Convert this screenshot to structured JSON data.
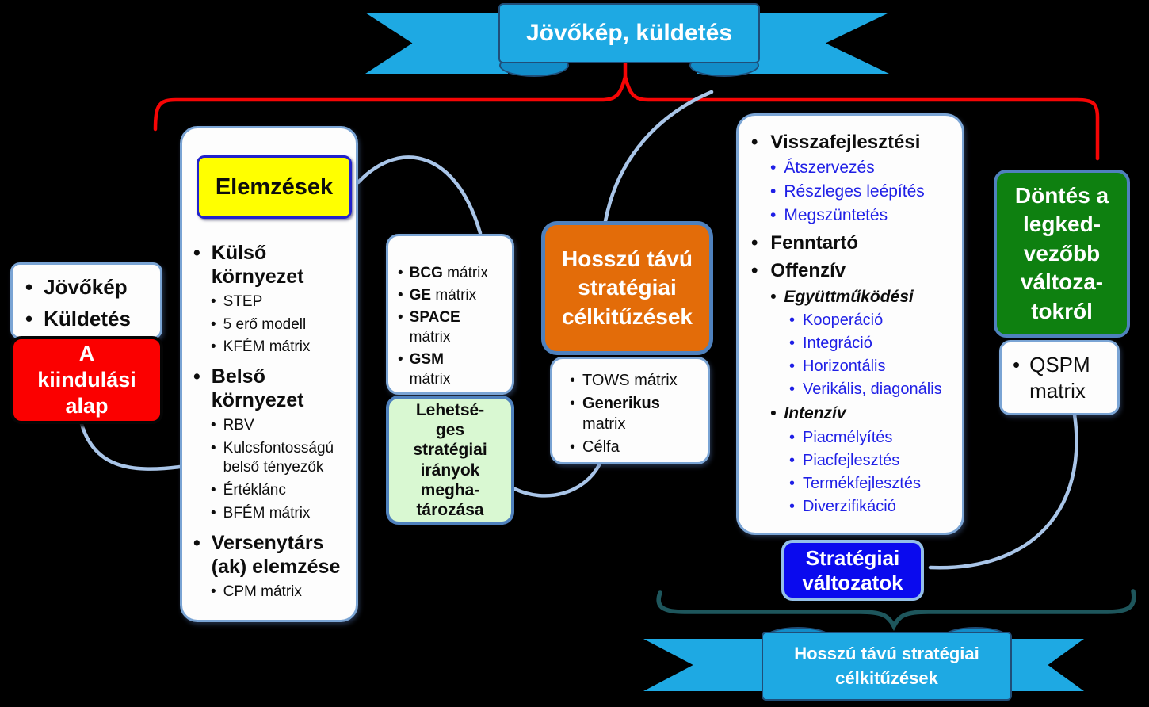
{
  "top_banner": {
    "label": "Jövőkép, küldetés"
  },
  "start_box": {
    "items": [
      "Jövőkép",
      "Küldetés"
    ]
  },
  "basis_box": {
    "label": "A\nkiindulási\nalap"
  },
  "analysis_box": {
    "title": "Elemzések",
    "items": [
      {
        "label": "Külső környezet",
        "children": [
          "STEP",
          "5 erő modell",
          "KFÉM mátrix"
        ]
      },
      {
        "label": "Belső környezet",
        "children": [
          "RBV",
          "Kulcsfontosságú belső tényezők",
          "Értéklánc",
          "BFÉM mátrix"
        ]
      },
      {
        "label": "Versenytárs (ak) elemzése",
        "children": [
          "CPM mátrix"
        ]
      }
    ]
  },
  "portfolio_box": {
    "items": [
      {
        "name": "BCG",
        "rest": "mátrix"
      },
      {
        "name": "GE",
        "rest": "mátrix"
      },
      {
        "name": "SPACE",
        "rest": "mátrix"
      },
      {
        "name": "GSM",
        "rest": "mátrix"
      }
    ]
  },
  "directions_box": {
    "label": "Lehetsé-\nges\nstratégiai\nirányok\nmegha-\ntározása"
  },
  "objectives_box": {
    "label": "Hosszú távú\nstratégiai\ncélkitűzések"
  },
  "tools_box": {
    "items": [
      {
        "name": "",
        "rest": "TOWS mátrix"
      },
      {
        "name": "Generikus",
        "rest": "matrix"
      },
      {
        "name": "",
        "rest": "Célfa"
      }
    ]
  },
  "strategy_box": {
    "entries": [
      {
        "text": "Visszafejlesztési",
        "level": 1
      },
      {
        "text": "Átszervezés",
        "level": 2
      },
      {
        "text": "Részleges leépítés",
        "level": 2
      },
      {
        "text": "Megszüntetés",
        "level": 2
      },
      {
        "text": "Fenntartó",
        "level": 1
      },
      {
        "text": "Offenzív",
        "level": 1
      },
      {
        "text": "Együttműködési",
        "level": 2
      },
      {
        "text": "Kooperáció",
        "level": 3
      },
      {
        "text": "Integráció",
        "level": 3
      },
      {
        "text": "Horizontális",
        "level": 3
      },
      {
        "text": "Verikális, diagonális",
        "level": 3
      },
      {
        "text": "Intenzív",
        "level": 2
      },
      {
        "text": "Piacmélyítés",
        "level": 3
      },
      {
        "text": "Piacfejlesztés",
        "level": 3
      },
      {
        "text": "Termékfejlesztés",
        "level": 3
      },
      {
        "text": "Diverzifikáció",
        "level": 3
      }
    ]
  },
  "decision_box": {
    "label": "Döntés a\nlegked-\nvezőbb\nváltoza-\ntokról"
  },
  "qspm_box": {
    "label": "QSPM matrix"
  },
  "variants_box": {
    "label": "Stratégiai\nváltozatok"
  },
  "bottom_banner": {
    "label": "Hosszú távú stratégiai\ncélkitűzések"
  },
  "colors": {
    "banner_blue": "#1EA9E3",
    "bracket_red": "#F60505",
    "basis_red": "#FB0000",
    "analysis_yellow": "#FFFF00",
    "directions_green": "#D9F8D2",
    "objectives_orange": "#E36C09",
    "decision_green": "#0E8010",
    "variants_blue": "#0A0AEE",
    "sub_item_blue": "#1F1FE6",
    "connector_blue": "#A9C5E8",
    "brace_teal": "#1E565C"
  }
}
